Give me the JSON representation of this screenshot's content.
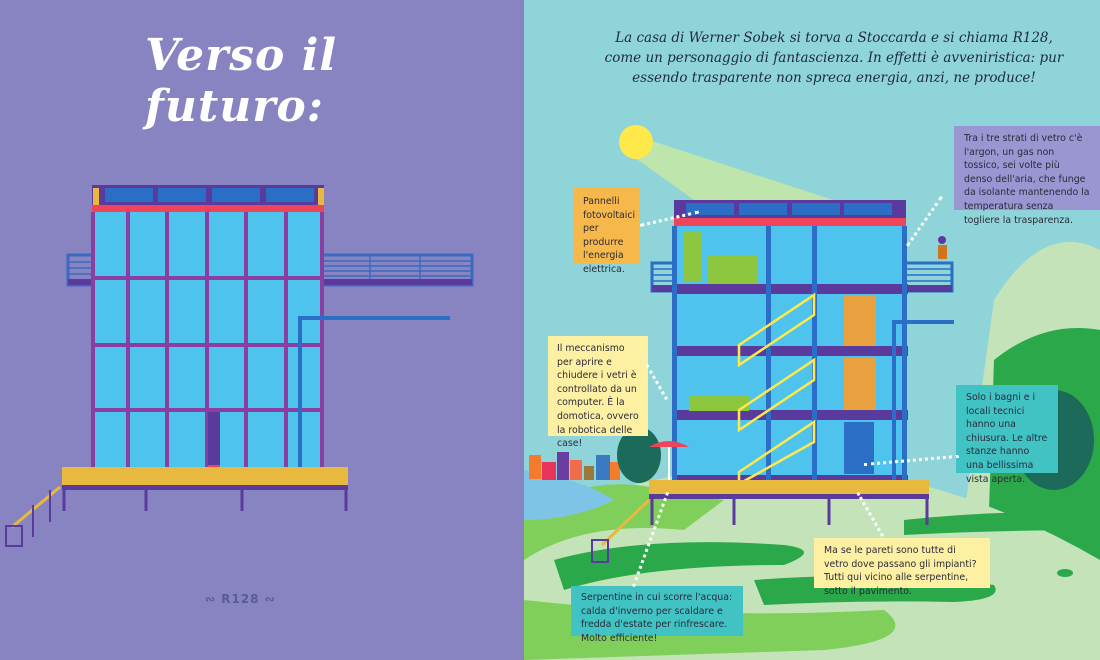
{
  "left_page": {
    "title": "Verso il futuro:",
    "folio": "∾ R128 ∾",
    "illustration": "R128 glass house front elevation"
  },
  "right_page": {
    "intro": "La casa di Werner Sobek si torva a Stoccarda e si chiama R128, come un personaggio di fantascienza. In effetti è avveniristica: pur essendo trasparente non spreca energia, anzi, ne produce!",
    "callouts": {
      "solar": "Pannelli fotovoltaici per produrre l'energia elettrica.",
      "argon": "Tra i tre strati di vetro c'è l'argon, un gas non tossico, sei volte più denso dell'aria, che funge da isolante mantenendo la temperatura senza togliere la trasparenza.",
      "domotica": "Il meccanismo per aprire e chiudere i vetri è controllato da un computer. È la domotica, ovvero la robotica delle case!",
      "bagni": "Solo i bagni e i locali tecnici hanno una chiusura. Le altre stanze hanno una bellissima vista aperta.",
      "impianti": "Ma se le pareti sono tutte di vetro dove passano gli impianti? Tutti qui vicino alle serpentine, sotto il pavimento.",
      "serpentine": "Serpentine in cui scorre l'acqua: calda d'inverno per scaldare e fredda d'estate per rinfrescare. Molto efficiente!"
    },
    "illustration": "R128 glass house cross-section with rooms, stairs, sun, city and green hills"
  },
  "colors": {
    "left_bg": "#8784c1",
    "right_bg": "#8fd4d9",
    "glass": "#4ec3ee",
    "frame": "#8a3fa0",
    "deck": "#e9b93f",
    "roof_red": "#f0445a",
    "grass": "#2aa84a",
    "grass_light": "#c4e3b9"
  }
}
